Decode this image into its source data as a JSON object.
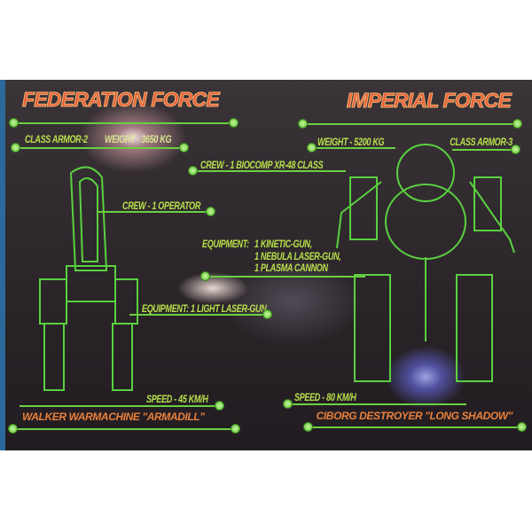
{
  "federation": {
    "title": "FEDERATION FORCE",
    "class_armor": "CLASS ARMOR-2",
    "weight": "WEIGHT - 3650 KG",
    "crew": "CREW - 1 OPERATOR",
    "equipment": "EQUIPMENT: 1 LIGHT LASER-GUN",
    "speed": "SPEED - 45 KM/H",
    "name": "WALKER WARMACHINE \"ARMADILL\""
  },
  "imperial": {
    "title": "IMPERIAL FORCE",
    "weight": "WEIGHT - 5200 KG",
    "class_armor": "CLASS ARMOR-3",
    "crew": "CREW - 1 BIOCOMP XR-48 CLASS",
    "equipment_label": "EQUIPMENT:",
    "equipment": [
      "1 KINETIC-GUN,",
      "1 NEBULA LASER-GUN,",
      "1 PLASMA CANNON"
    ],
    "speed": "SPEED - 80 KM/H",
    "name": "CIBORG  DESTROYER \"LONG SHADOW\""
  },
  "colors": {
    "line": "#6ad040",
    "text": "#b8e04a",
    "title": "#e8603a",
    "background": "#2a2428"
  }
}
